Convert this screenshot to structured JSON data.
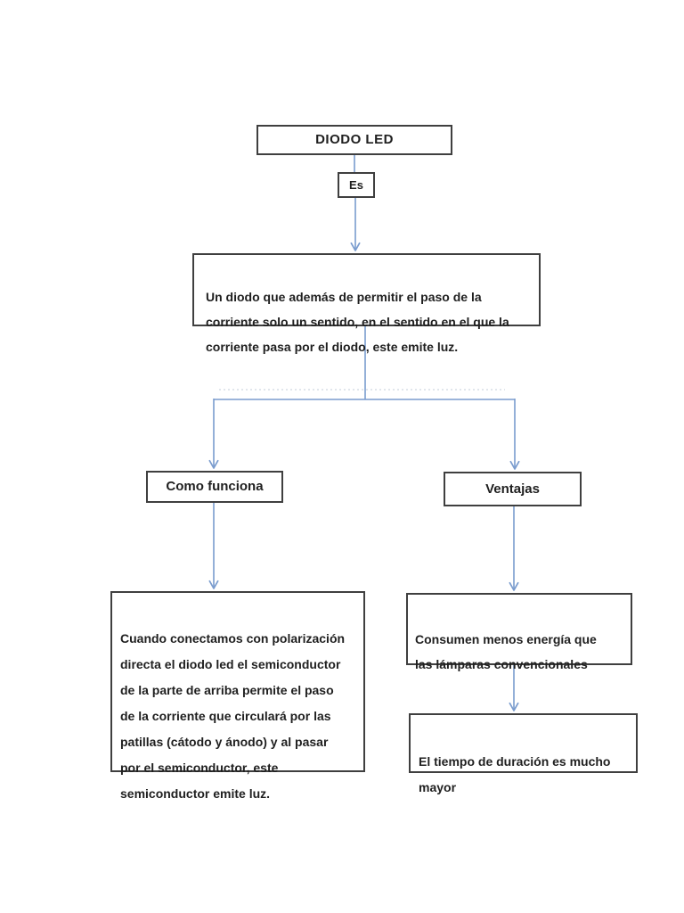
{
  "diagram": {
    "title_node": "DIODO LED",
    "link_label": "Es",
    "definition": "Un diodo que además de permitir el paso de la\ncorriente solo un sentido, en el sentido en el que la\ncorriente pasa por el diodo, este emite luz.",
    "branch_left": "Como funciona",
    "branch_right": "Ventajas",
    "how_it_works": "Cuando conectamos con polarización\ndirecta el diodo led el semiconductor\nde la parte de arriba permite el paso\nde la corriente que circulará por las\npatillas (cátodo y ánodo) y al pasar\npor el semiconductor, este\nsemiconductor emite luz.",
    "advantage_energy": "Consumen menos energía que\nlas lámparas convencionales",
    "advantage_duration": "El tiempo de duración es mucho\nmayor"
  },
  "colors": {
    "connector_blue": "#7a9cce",
    "box_border": "#3f3f3f",
    "text": "#1f1f1f",
    "background": "#ffffff",
    "faint_dotted": "#c3cdda"
  }
}
